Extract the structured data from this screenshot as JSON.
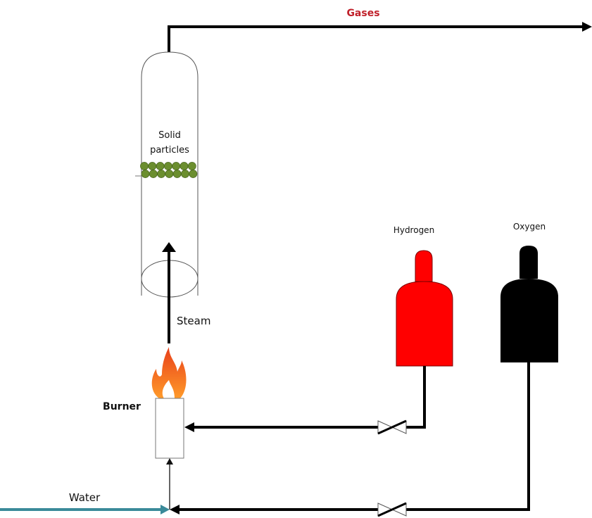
{
  "title": "Steam generation from hydrogen-oxygen burner through solid particle bed",
  "labels": {
    "gases": "Gases",
    "solid_particles_line1": "Solid",
    "solid_particles_line2": "particles",
    "steam": "Steam",
    "burner": "Burner",
    "water": "Water",
    "hydrogen": "Hydrogen",
    "oxygen": "Oxygen"
  },
  "colors": {
    "gases_label": "#c0202a",
    "hydrogen_cylinder": "#ff0000",
    "oxygen_cylinder": "#000000",
    "particles": "#6b8e2f",
    "water_line": "#3a8a99",
    "flame_outer": "#f26a1b",
    "flame_inner": "#ffb347",
    "pipe": "#000000"
  },
  "particle_bed": {
    "rows": 2,
    "per_row": 7
  },
  "nodes": [
    {
      "id": "column",
      "label": "Solid particles"
    },
    {
      "id": "burner",
      "label": "Burner"
    },
    {
      "id": "hydrogen-cylinder",
      "label": "Hydrogen"
    },
    {
      "id": "oxygen-cylinder",
      "label": "Oxygen"
    },
    {
      "id": "hydrogen-valve",
      "label": ""
    },
    {
      "id": "oxygen-valve",
      "label": ""
    }
  ],
  "edges": [
    {
      "from": "column",
      "to": "outlet",
      "label": "Gases"
    },
    {
      "from": "burner",
      "to": "column",
      "label": "Steam"
    },
    {
      "from": "hydrogen-cylinder",
      "to": "burner",
      "via": "hydrogen-valve",
      "label": ""
    },
    {
      "from": "oxygen-cylinder",
      "to": "burner",
      "via": "oxygen-valve",
      "label": ""
    },
    {
      "from": "inlet",
      "to": "burner",
      "label": "Water"
    }
  ]
}
